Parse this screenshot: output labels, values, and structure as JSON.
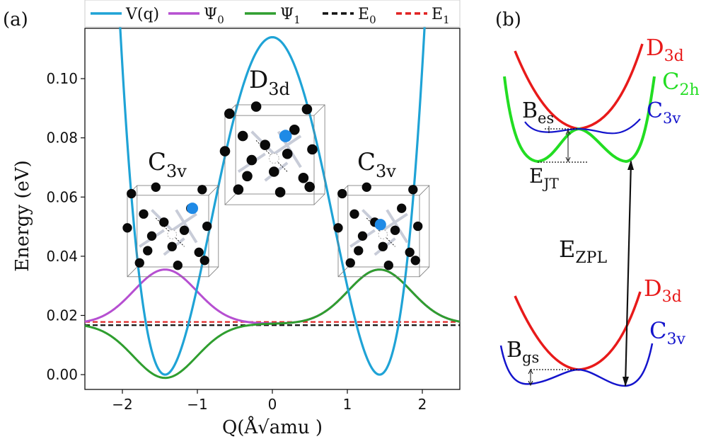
{
  "panel_a": {
    "label": "(a)",
    "xlabel": "Q(Å√amu )",
    "ylabel": "Energy (eV)",
    "legend": [
      {
        "key": "V",
        "text": "V(q)",
        "color": "#1fa3d6",
        "dash": false
      },
      {
        "key": "psi0",
        "text": "Ψ",
        "sub": "0",
        "color": "#b64fd1",
        "dash": false
      },
      {
        "key": "psi1",
        "text": "Ψ",
        "sub": "1",
        "color": "#2f9e2f",
        "dash": false
      },
      {
        "key": "E0",
        "text": "E",
        "sub": "0",
        "color": "#111111",
        "dash": true
      },
      {
        "key": "E1",
        "text": "E",
        "sub": "1",
        "color": "#e02020",
        "dash": true
      }
    ],
    "annotations": [
      {
        "main": "D",
        "sub": "3d"
      },
      {
        "main": "C",
        "sub": "3v"
      },
      {
        "main": "C",
        "sub": "3v"
      }
    ]
  },
  "panel_b": {
    "label": "(b)",
    "labels": {
      "d3d_top": {
        "main": "D",
        "sub": "3d"
      },
      "c2h": {
        "main": "C",
        "sub": "2h"
      },
      "c3v_top": {
        "main": "C",
        "sub": "3v"
      },
      "bes": {
        "main": "B",
        "sub": "es"
      },
      "ejt": {
        "main": "E",
        "sub": "JT"
      },
      "ezpl": {
        "main": "E",
        "sub": "ZPL"
      },
      "d3d_bot": {
        "main": "D",
        "sub": "3d"
      },
      "c3v_bot": {
        "main": "C",
        "sub": "3v"
      },
      "bgs": {
        "main": "B",
        "sub": "gs"
      }
    },
    "colors": {
      "d3d": "#e81a1a",
      "c2h": "#22dd22",
      "c3v": "#1414cc"
    }
  },
  "chart_data": {
    "type": "line",
    "xlim": [
      -2.5,
      2.5
    ],
    "ylim": [
      -0.005,
      0.117
    ],
    "xticks": [
      -2,
      -1,
      0,
      1,
      2
    ],
    "xtick_labels": [
      "−2",
      "−1",
      "0",
      "1",
      "2"
    ],
    "yticks": [
      0.0,
      0.02,
      0.04,
      0.06,
      0.08,
      0.1
    ],
    "ytick_labels": [
      "0.00",
      "0.02",
      "0.04",
      "0.06",
      "0.08",
      "0.10"
    ],
    "grid": false,
    "legend_position": "top",
    "potential": {
      "q0": 1.43,
      "barrier": 0.114
    },
    "E0": 0.0167,
    "E1": 0.0178,
    "wavefunction": {
      "center": 1.43,
      "width": 0.42,
      "amplitude": 0.0183,
      "baseline": 0.0172
    }
  }
}
